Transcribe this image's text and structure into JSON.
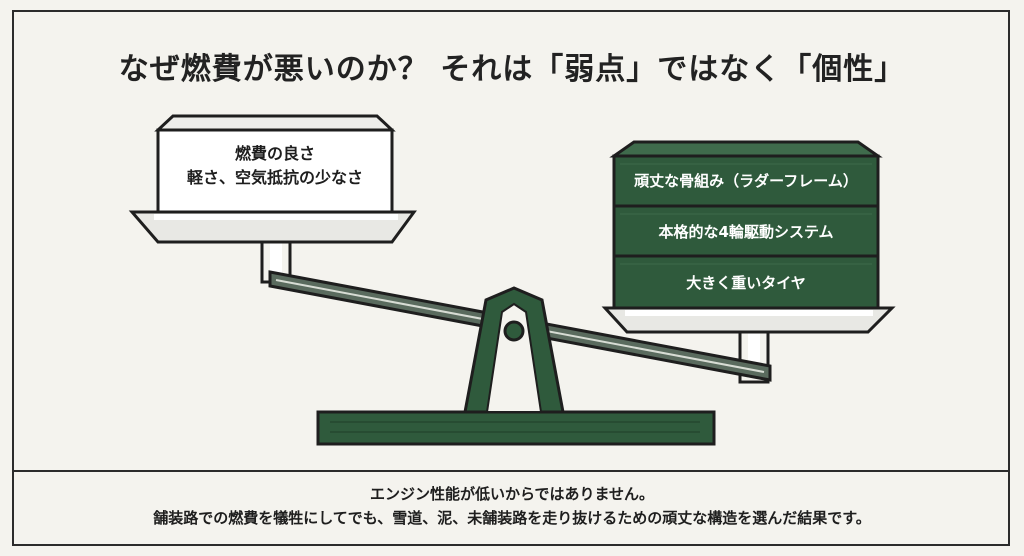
{
  "title": "なぜ燃費が悪いのか？ それは「弱点」ではなく「個性」",
  "left_pan": {
    "line1": "燃費の良さ",
    "line2": "軽さ、空気抵抗の少なさ"
  },
  "right_pan": {
    "blocks": [
      "頑丈な骨組み（ラダーフレーム）",
      "本格的な4輪駆動システム",
      "大きく重いタイヤ"
    ]
  },
  "caption": {
    "line1": "エンジン性能が低いからではありません。",
    "line2": "舗装路での燃費を犠牲にしてでも、雪道、泥、未舗装路を走り抜けるための頑丈な構造を選んだ結果です。"
  },
  "colors": {
    "green": "#2f5a3c",
    "dark_green": "#1f3d29",
    "outline": "#2b2b2b",
    "background": "#f4f3ee"
  }
}
